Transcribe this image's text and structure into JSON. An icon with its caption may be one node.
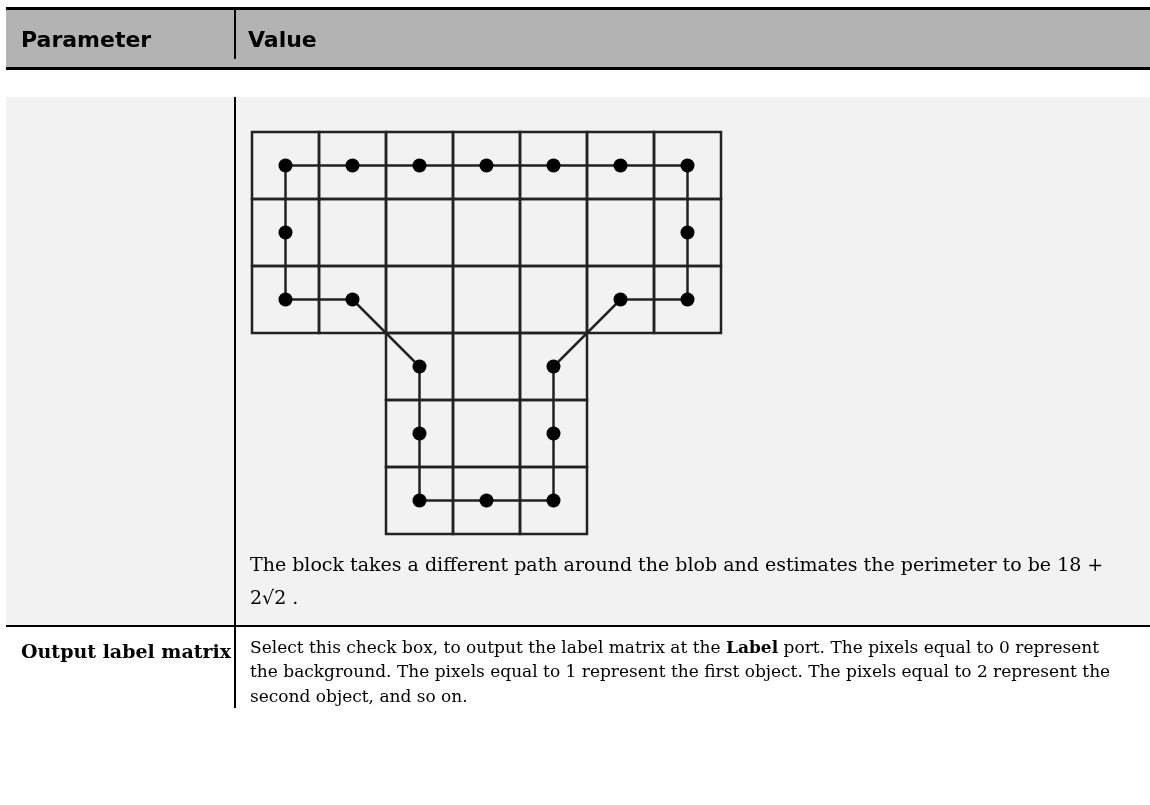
{
  "diagram": {
    "labels": [
      "Parameter",
      "Value",
      "The block takes a different path around the blob and estimates the perimeter to be 18 + 2√2 .",
      "Output label matrix",
      "Select this check box, to output the label matrix at the **Label** port. The pixels equal to 0 represent the background. The pixels equal to 1 represent the first object. The pixels equal to 2 represent the second object, and so on."
    ]
  }
}
